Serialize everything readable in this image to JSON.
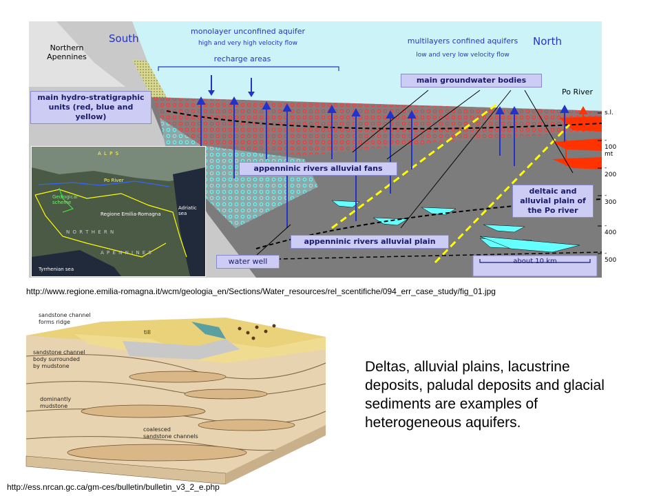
{
  "cross_section": {
    "south": "South",
    "north": "North",
    "northern_apennines": "Northern Apennines",
    "monolayer_title": "monolayer unconfined aquifer",
    "monolayer_flow": "high and very high velocity flow",
    "recharge": "recharge areas",
    "multilayer_title": "multilayers confined aquifers",
    "multilayer_flow": "low and very low velocity flow",
    "groundwater": "main groundwater bodies",
    "po_river": "Po River",
    "hydro_units": "main hydro-stratigraphic units (red, blue and yellow)",
    "fans": "appenninic rivers alluvial fans",
    "plain": "appenninic rivers alluvial plain",
    "deltaic": "deltaic and alluvial plain of the Po river",
    "water_well": "water well",
    "scale": "about 10 km",
    "depths": [
      "s.l.",
      "- 100 mt",
      "- 200",
      "- 300",
      "- 400",
      "- 500"
    ]
  },
  "map": {
    "alps": "A L P S",
    "po_river": "Po River",
    "geological_scheme": "Geological scheme",
    "region": "Regione Emilia-Romagna",
    "adriatic": "Adriatic sea",
    "northern": "N O R T H E R N",
    "apennines": "A P E N N I N E S",
    "tyrrhenian": "Tyrrhenian sea"
  },
  "url_top": "http://www.regione.emilia-romagna.it/wcm/geologia_en/Sections/Water_resources/rel_scentifiche/094_err_case_study/fig_01.jpg",
  "block": {
    "ridge": "sandstone channel forms ridge",
    "till": "till",
    "body": "sandstone channel body surrounded by mudstone",
    "mudstone": "dominantly mudstone",
    "coalesced": "coalesced sandstone channels"
  },
  "caption": "Deltas, alluvial plains, lacustrine deposits, paludal deposits and glacial sediments are examples of heterogeneous aquifers.",
  "url_bottom": "http://ess.nrcan.gc.ca/gm-ces/bulletin/bulletin_v3_2_e.php"
}
